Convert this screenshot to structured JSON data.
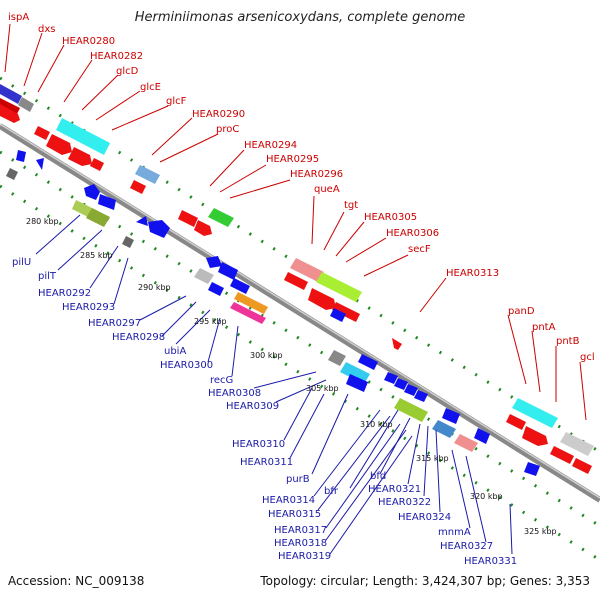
{
  "title": "Herminiimonas arsenicoxydans, complete genome",
  "footer": {
    "accession": "Accession: NC_009138",
    "info": "Topology: circular; Length: 3,424,307 bp; Genes: 3,353"
  },
  "top_labels": [
    "ispA",
    "dxs",
    "HEAR0280",
    "HEAR0282",
    "glcD",
    "glcE",
    "glcF",
    "HEAR0290",
    "proC",
    "HEAR0294",
    "HEAR0295",
    "HEAR0296",
    "queA",
    "tgt",
    "HEAR0305",
    "HEAR0306",
    "secF",
    "HEAR0313",
    "panD",
    "pntA",
    "pntB",
    "gcl"
  ],
  "bottom_labels": [
    "pilU",
    "pilT",
    "HEAR0292",
    "HEAR0293",
    "HEAR0297",
    "HEAR0298",
    "ubiA",
    "HEAR0300",
    "recG",
    "HEAR0308",
    "HEAR0309",
    "HEAR0310",
    "HEAR0311",
    "purB",
    "HEAR0314",
    "HEAR0315",
    "HEAR0317",
    "HEAR0318",
    "HEAR0319",
    "bfr",
    "bfd",
    "HEAR0321",
    "HEAR0322",
    "HEAR0324",
    "mnmA",
    "HEAR0327",
    "HEAR0331"
  ],
  "scale_ticks": [
    "280 kbp",
    "285 kbp",
    "290 kbp",
    "295 kbp",
    "300 kbp",
    "305 kbp",
    "310 kbp",
    "315 kbp",
    "320 kbp",
    "325 kbp"
  ],
  "colors": {
    "forward": "#ee1111",
    "reverse": "#1111ee",
    "backbone": "#888888",
    "dots": "#228822",
    "top_text": "#cc0000",
    "bottom_text": "#1a1aa8"
  }
}
